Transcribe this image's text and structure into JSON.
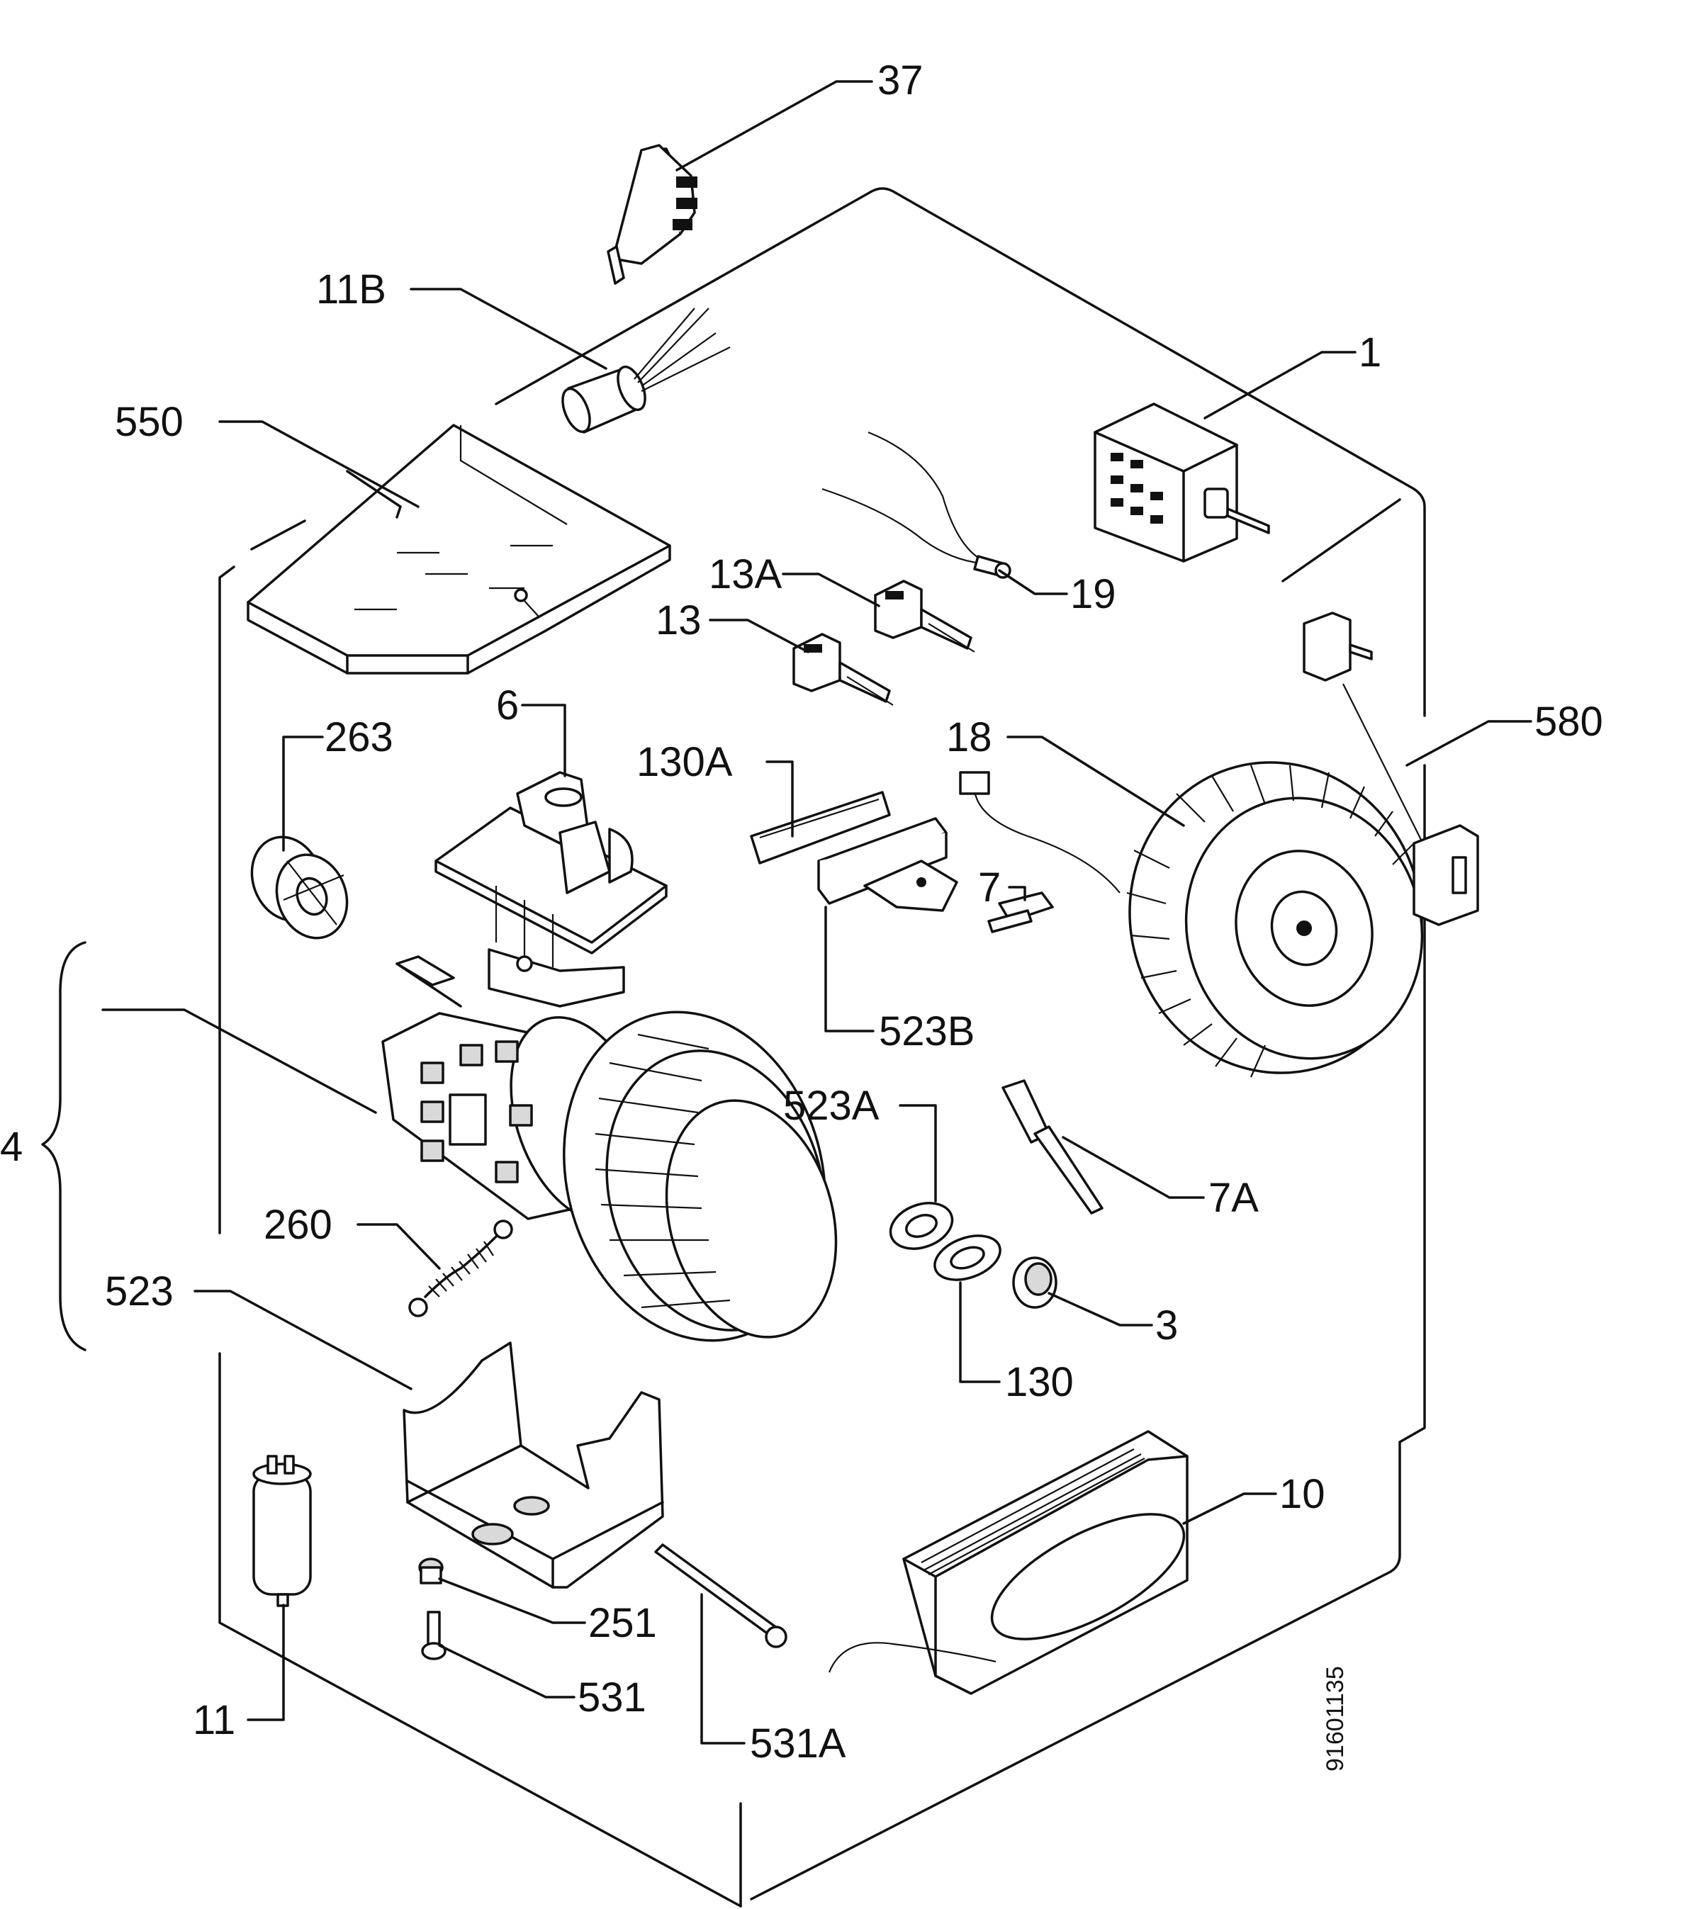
{
  "diagram": {
    "reference_number": "91601135",
    "labels": {
      "l37": "37",
      "l11b": "11B",
      "l1": "1",
      "l550": "550",
      "l19": "19",
      "l13a": "13A",
      "l13": "13",
      "l6": "6",
      "l263": "263",
      "l130a": "130A",
      "l18": "18",
      "l580": "580",
      "l7": "7",
      "l523b": "523B",
      "l4": "4",
      "l523a": "523A",
      "l7a": "7A",
      "l260": "260",
      "l523": "523",
      "l3": "3",
      "l130": "130",
      "l10": "10",
      "l251": "251",
      "l531": "531",
      "l11": "11",
      "l531a": "531A"
    }
  }
}
